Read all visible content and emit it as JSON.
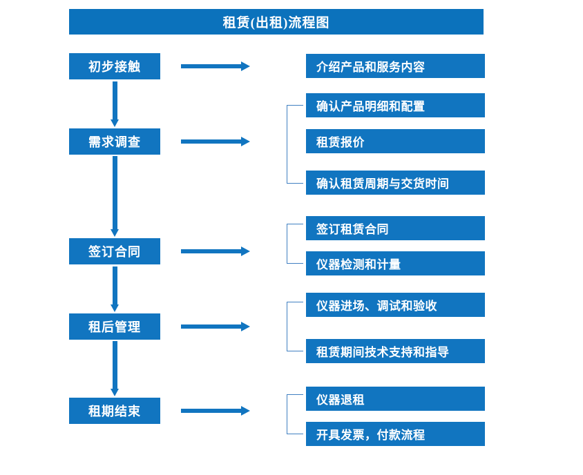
{
  "title": "租赁(出租)流程图",
  "colors": {
    "box_blue": "#1175C0",
    "title_blue": "#0B72BC",
    "arrow_blue": "#1175C0",
    "bracket_blue": "#3F7FC1",
    "text_white": "#FFFFFF",
    "background": "#FFFFFF"
  },
  "stages": [
    {
      "label": "初步接触"
    },
    {
      "label": "需求调查"
    },
    {
      "label": "签订合同"
    },
    {
      "label": "租后管理"
    },
    {
      "label": "租期结束"
    }
  ],
  "details": [
    {
      "label": "介绍产品和服务内容"
    },
    {
      "label": "确认产品明细和配置"
    },
    {
      "label": "租赁报价"
    },
    {
      "label": "确认租赁周期与交货时间"
    },
    {
      "label": "签订租赁合同"
    },
    {
      "label": "仪器检测和计量"
    },
    {
      "label": "仪器进场、调试和验收"
    },
    {
      "label": "租赁期间技术支持和指导"
    },
    {
      "label": "仪器退租"
    },
    {
      "label": "开具发票，付款流程"
    }
  ]
}
